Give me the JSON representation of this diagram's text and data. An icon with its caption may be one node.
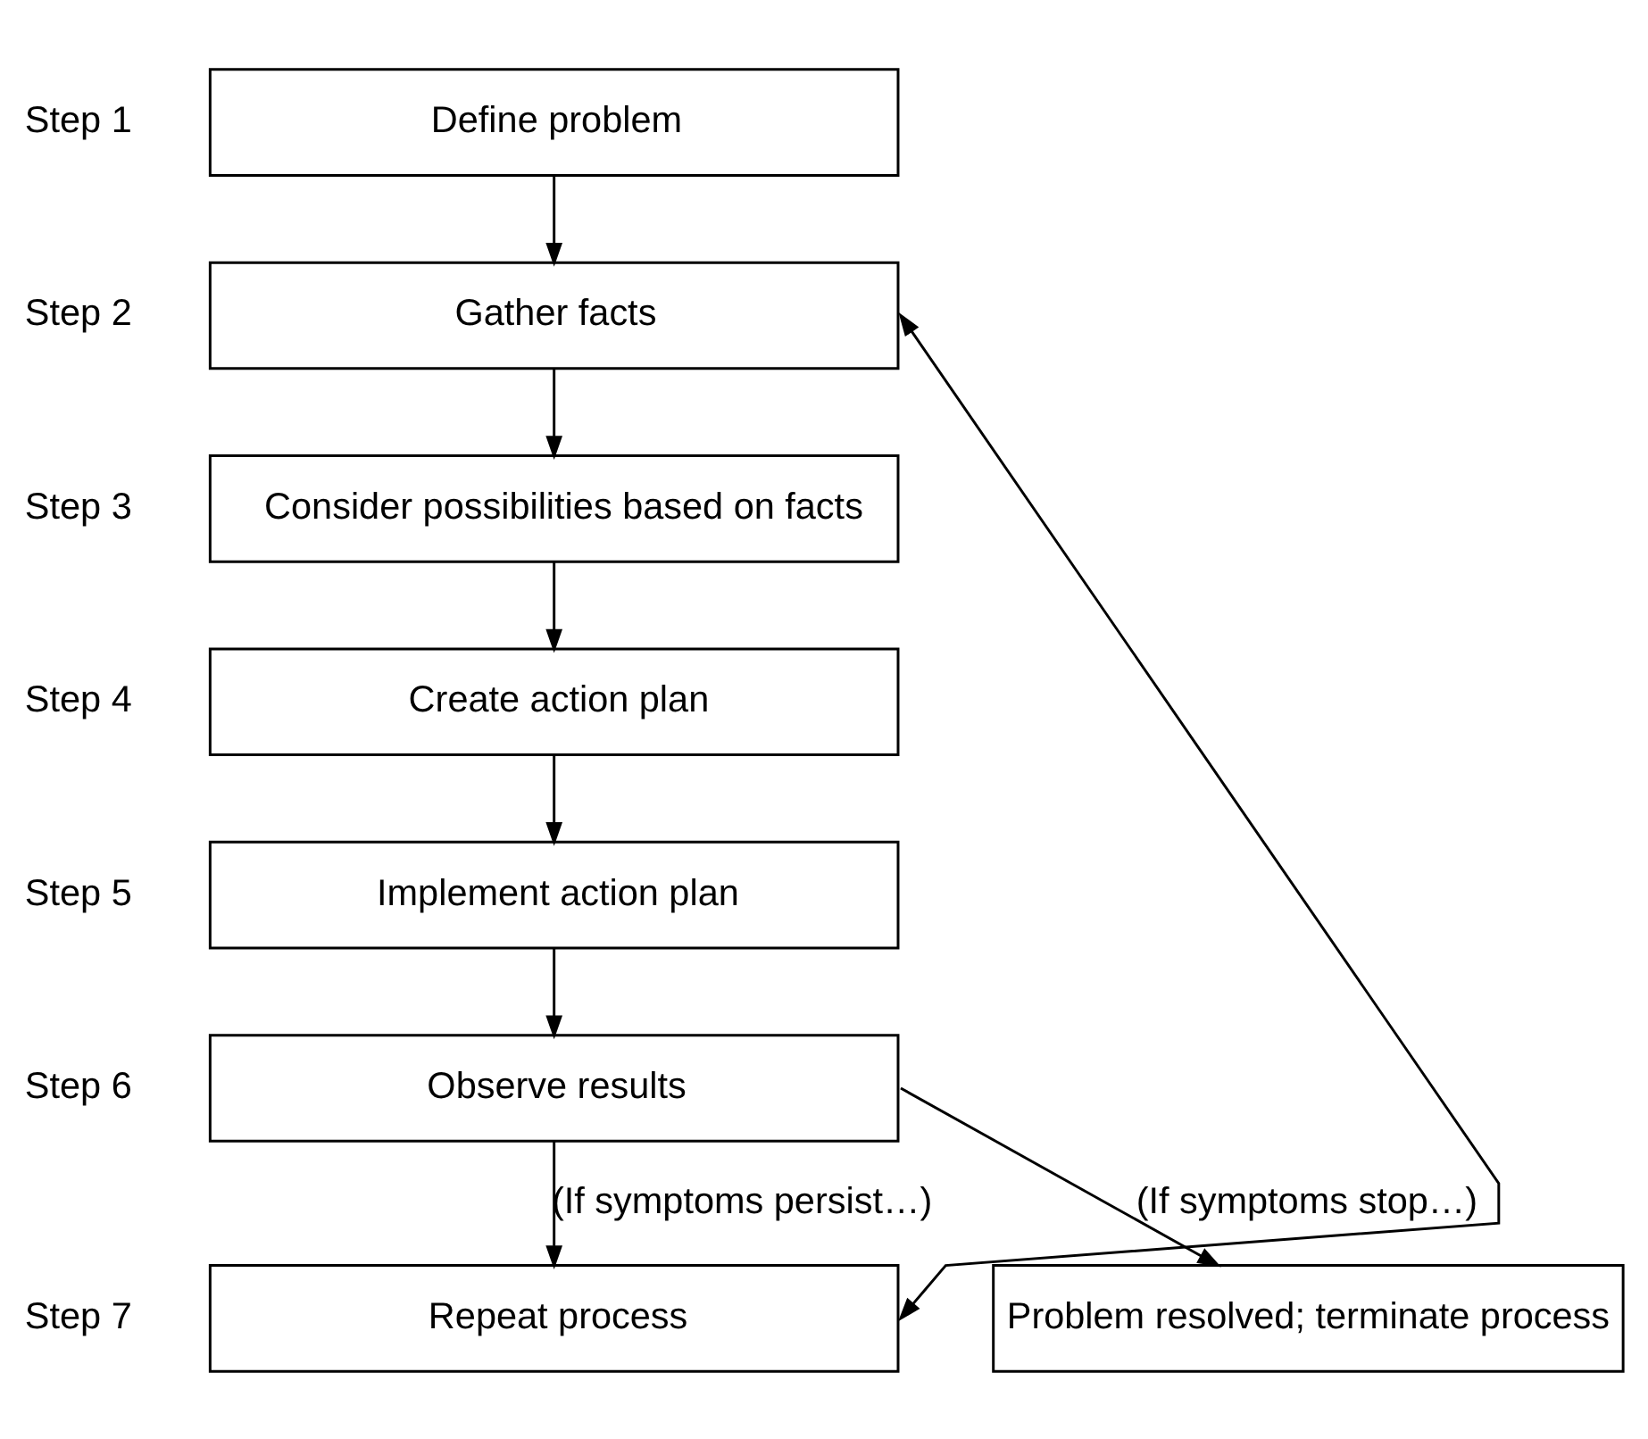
{
  "diagram": {
    "nodes": [
      {
        "text": [
          "Define problem"
        ],
        "beside": [
          "Step 1"
        ]
      },
      {
        "text": [
          "Gather facts"
        ],
        "beside": [
          "Step 2"
        ]
      },
      {
        "text": [
          "Consider possibilities based on facts"
        ],
        "beside": [
          "Step 3"
        ]
      },
      {
        "text": [
          "Create action plan"
        ],
        "beside": [
          "Step 4"
        ]
      },
      {
        "text": [
          "Implement action plan"
        ],
        "beside": [
          "Step 5"
        ]
      },
      {
        "text": [
          "Observe results"
        ],
        "beside": [
          "Step 6"
        ]
      },
      {
        "text": [
          "Repeat process"
        ],
        "beside": [
          "Step 7"
        ]
      },
      {
        "text": [
          "Problem resolved; terminate process"
        ]
      }
    ],
    "edges": [
      {
        "from": 0,
        "to": 1,
        "arrow": "to"
      },
      {
        "from": 1,
        "to": 2,
        "arrow": "to"
      },
      {
        "from": 2,
        "to": 3,
        "arrow": "to"
      },
      {
        "from": 3,
        "to": 4,
        "arrow": "to"
      },
      {
        "from": 4,
        "to": 5,
        "arrow": "to"
      },
      {
        "from": 5,
        "to": 6,
        "arrow": "to",
        "label": "(If symptoms persist…)"
      },
      {
        "from": 5,
        "to": 7,
        "arrow": "to",
        "label": "(If symptoms stop…)"
      },
      {
        "from": 6,
        "to": 1,
        "arrow": "both"
      }
    ]
  }
}
